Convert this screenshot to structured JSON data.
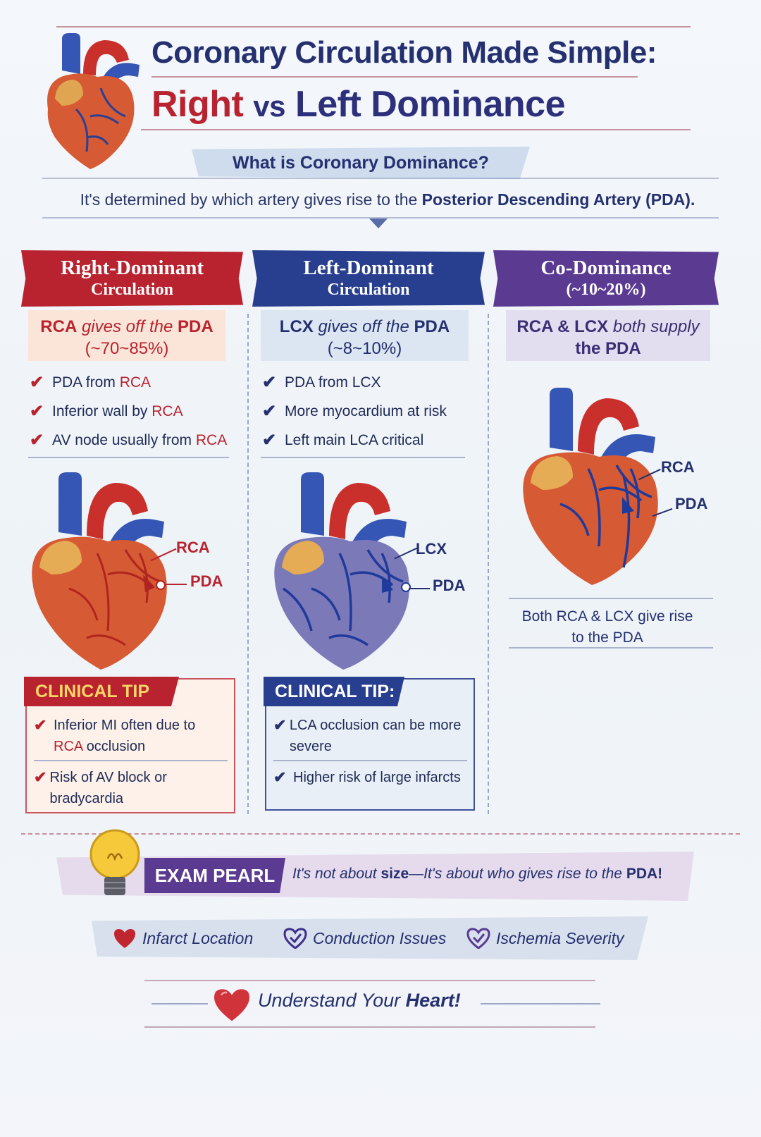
{
  "header": {
    "title_line1": "Coronary Circulation Made Simple:",
    "title_right": "Right",
    "title_vs": "vs",
    "title_left": "Left Dominance",
    "question": "What is Coronary Dominance?",
    "definition_pre": "It's determined by which artery gives rise to the",
    "definition_bold": "Posterior Descending Artery (PDA)."
  },
  "columns": {
    "right": {
      "banner_line1": "Right-Dominant",
      "banner_line2": "Circulation",
      "sub_artery": "RCA",
      "sub_text": "gives off the",
      "sub_pda": "PDA",
      "sub_pct": "(~70~85%)",
      "checks": [
        {
          "pre": "PDA from",
          "hl": "RCA"
        },
        {
          "pre": "Inferior wall by",
          "hl": "RCA"
        },
        {
          "pre": "AV node usually from",
          "hl": "RCA"
        }
      ],
      "labels": {
        "a": "RCA",
        "b": "PDA"
      },
      "tip_head": "CLINICAL TIP",
      "tips": [
        {
          "pre": "Inferior MI often due to",
          "hl": "RCA",
          "post": "occlusion"
        },
        {
          "pre": "Risk of AV block or bradycardia",
          "hl": "",
          "post": ""
        }
      ]
    },
    "left": {
      "banner_line1": "Left-Dominant",
      "banner_line2": "Circulation",
      "sub_artery": "LCX",
      "sub_text": "gives off the",
      "sub_pda": "PDA",
      "sub_pct": "(~8~10%)",
      "checks": [
        "PDA from LCX",
        "More myocardium at risk",
        "Left main LCA critical"
      ],
      "labels": {
        "a": "LCX",
        "b": "PDA"
      },
      "tip_head": "CLINICAL TIP:",
      "tips": [
        "LCA occlusion can be more severe",
        "Higher risk of large infarcts"
      ]
    },
    "co": {
      "banner_line1": "Co-Dominance",
      "banner_line2": "(~10~20%)",
      "sub_bold": "RCA & LCX",
      "sub_text": "both supply",
      "sub_pda": "the PDA",
      "labels": {
        "a": "RCA",
        "b": "PDA"
      },
      "caption_line1": "Both RCA & LCX give rise",
      "caption_line2": "to the PDA"
    }
  },
  "pearl": {
    "tag": "EXAM PEARL",
    "text_pre": "It's not about",
    "text_bold1": "size",
    "text_mid": "—It's about who gives rise to the",
    "text_bold2": "PDA!"
  },
  "tags": [
    "Infarct Location",
    "Conduction Issues",
    "Ischemia Severity"
  ],
  "footer": {
    "pre": "Understand Your",
    "bold": "Heart!"
  },
  "colors": {
    "red": "#b8232f",
    "navy": "#24306f",
    "purple": "#5b3a92",
    "blue": "#283e8f"
  }
}
